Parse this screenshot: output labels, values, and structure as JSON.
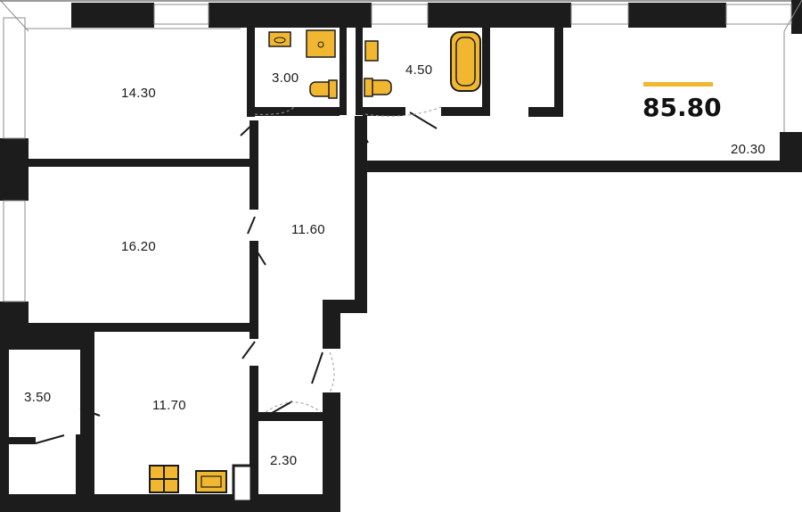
{
  "plan": {
    "total_area": "85.80",
    "accent_color": "#f2b731",
    "wall_color": "#1c1c1c",
    "rooms": [
      {
        "id": "room-14-30",
        "label": "14.30"
      },
      {
        "id": "room-3-00",
        "label": "3.00"
      },
      {
        "id": "room-4-50",
        "label": "4.50"
      },
      {
        "id": "room-20-30",
        "label": "20.30"
      },
      {
        "id": "room-16-20",
        "label": "16.20"
      },
      {
        "id": "room-11-60",
        "label": "11.60"
      },
      {
        "id": "room-3-50",
        "label": "3.50"
      },
      {
        "id": "room-11-70",
        "label": "11.70"
      },
      {
        "id": "room-2-30",
        "label": "2.30"
      }
    ],
    "fixtures": [
      "toilet-icon",
      "sink-icon",
      "shower-tray-icon",
      "bathtub-icon",
      "washing-machine-icon",
      "stove-icon",
      "kitchen-sink-icon"
    ]
  }
}
